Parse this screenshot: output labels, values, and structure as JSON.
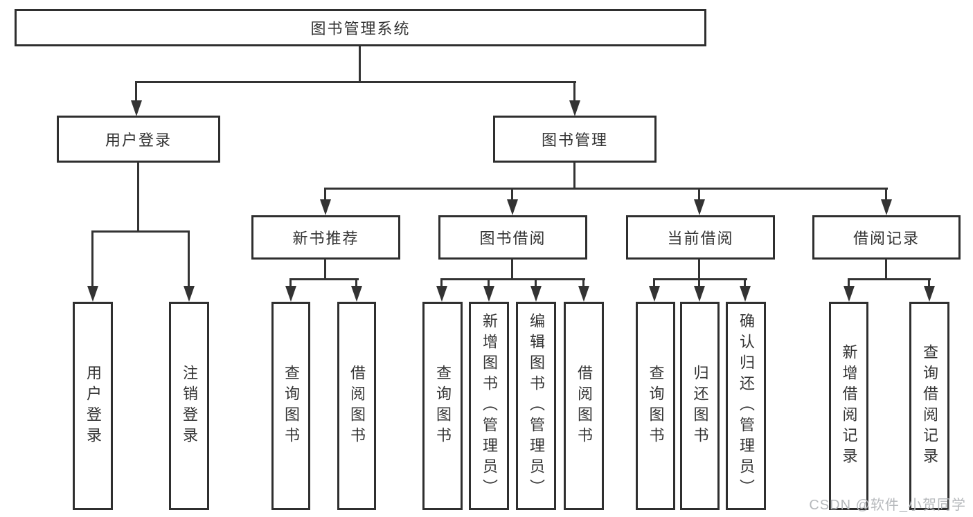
{
  "tree": {
    "root": {
      "label": "图书管理系统"
    },
    "children": [
      {
        "label": "用户登录",
        "children": [
          {
            "label": "用户登录"
          },
          {
            "label": "注销登录"
          }
        ]
      },
      {
        "label": "图书管理",
        "children": [
          {
            "label": "新书推荐",
            "children": [
              {
                "label": "查询图书"
              },
              {
                "label": "借阅图书"
              }
            ]
          },
          {
            "label": "图书借阅",
            "children": [
              {
                "label": "查询图书"
              },
              {
                "label": "新增图书（管理员）"
              },
              {
                "label": "编辑图书（管理员）"
              },
              {
                "label": "借阅图书"
              }
            ]
          },
          {
            "label": "当前借阅",
            "children": [
              {
                "label": "查询图书"
              },
              {
                "label": "归还图书"
              },
              {
                "label": "确认归还（管理员）"
              }
            ]
          },
          {
            "label": "借阅记录",
            "children": [
              {
                "label": "新增借阅记录"
              },
              {
                "label": "查询借阅记录"
              }
            ]
          }
        ]
      }
    ]
  },
  "watermark": {
    "text": "CSDN @软件_小贺同学"
  },
  "colors": {
    "line": "#333333",
    "box_border": "#2f2f2f",
    "text": "#333333",
    "watermark": "#b6b9bc",
    "background": "#ffffff"
  }
}
